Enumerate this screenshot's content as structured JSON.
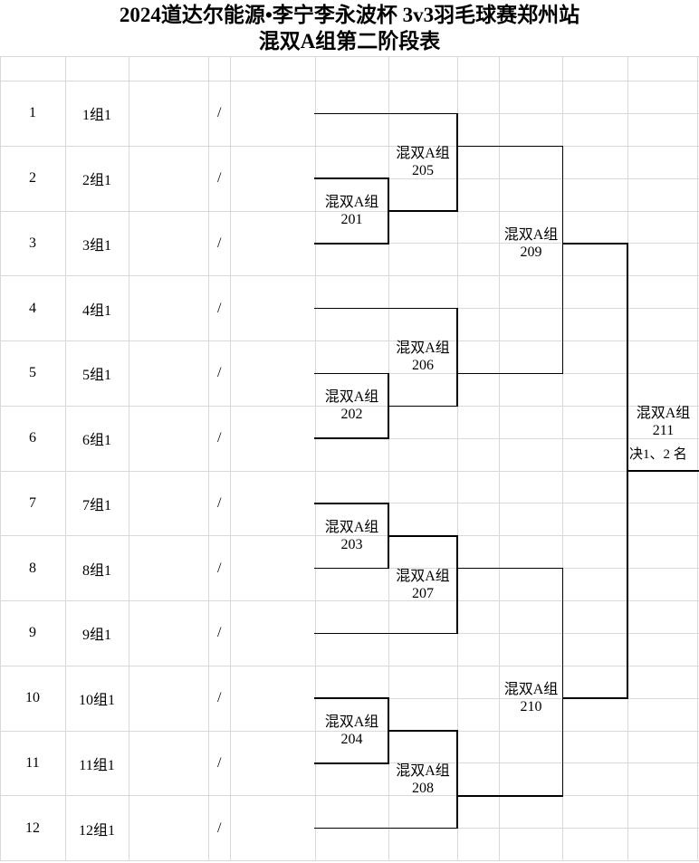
{
  "title": {
    "line1": "2024道达尔能源•李宁李永波杯 3v3羽毛球赛郑州站",
    "line2": "混双A组第二阶段表"
  },
  "seed_table": {
    "rows": [
      {
        "no": "1",
        "group": "1组1",
        "result": "/"
      },
      {
        "no": "2",
        "group": "2组1",
        "result": "/"
      },
      {
        "no": "3",
        "group": "3组1",
        "result": "/"
      },
      {
        "no": "4",
        "group": "4组1",
        "result": "/"
      },
      {
        "no": "5",
        "group": "5组1",
        "result": "/"
      },
      {
        "no": "6",
        "group": "6组1",
        "result": "/"
      },
      {
        "no": "7",
        "group": "7组1",
        "result": "/"
      },
      {
        "no": "8",
        "group": "8组1",
        "result": "/"
      },
      {
        "no": "9",
        "group": "9组1",
        "result": "/"
      },
      {
        "no": "10",
        "group": "10组1",
        "result": "/"
      },
      {
        "no": "11",
        "group": "11组1",
        "result": "/"
      },
      {
        "no": "12",
        "group": "12组1",
        "result": "/"
      }
    ]
  },
  "bracket": {
    "matches": [
      {
        "code": "201",
        "name": "混双A组"
      },
      {
        "code": "202",
        "name": "混双A组"
      },
      {
        "code": "203",
        "name": "混双A组"
      },
      {
        "code": "204",
        "name": "混双A组"
      },
      {
        "code": "205",
        "name": "混双A组"
      },
      {
        "code": "206",
        "name": "混双A组"
      },
      {
        "code": "207",
        "name": "混双A组"
      },
      {
        "code": "208",
        "name": "混双A组"
      },
      {
        "code": "209",
        "name": "混双A组"
      },
      {
        "code": "210",
        "name": "混双A组"
      },
      {
        "code": "211",
        "name": "混双A组"
      }
    ],
    "final_note": "决1、2 名"
  },
  "colors": {
    "background": "#ffffff",
    "grid_line": "#d9d9d9",
    "bracket_line": "#000000",
    "text": "#000000"
  }
}
